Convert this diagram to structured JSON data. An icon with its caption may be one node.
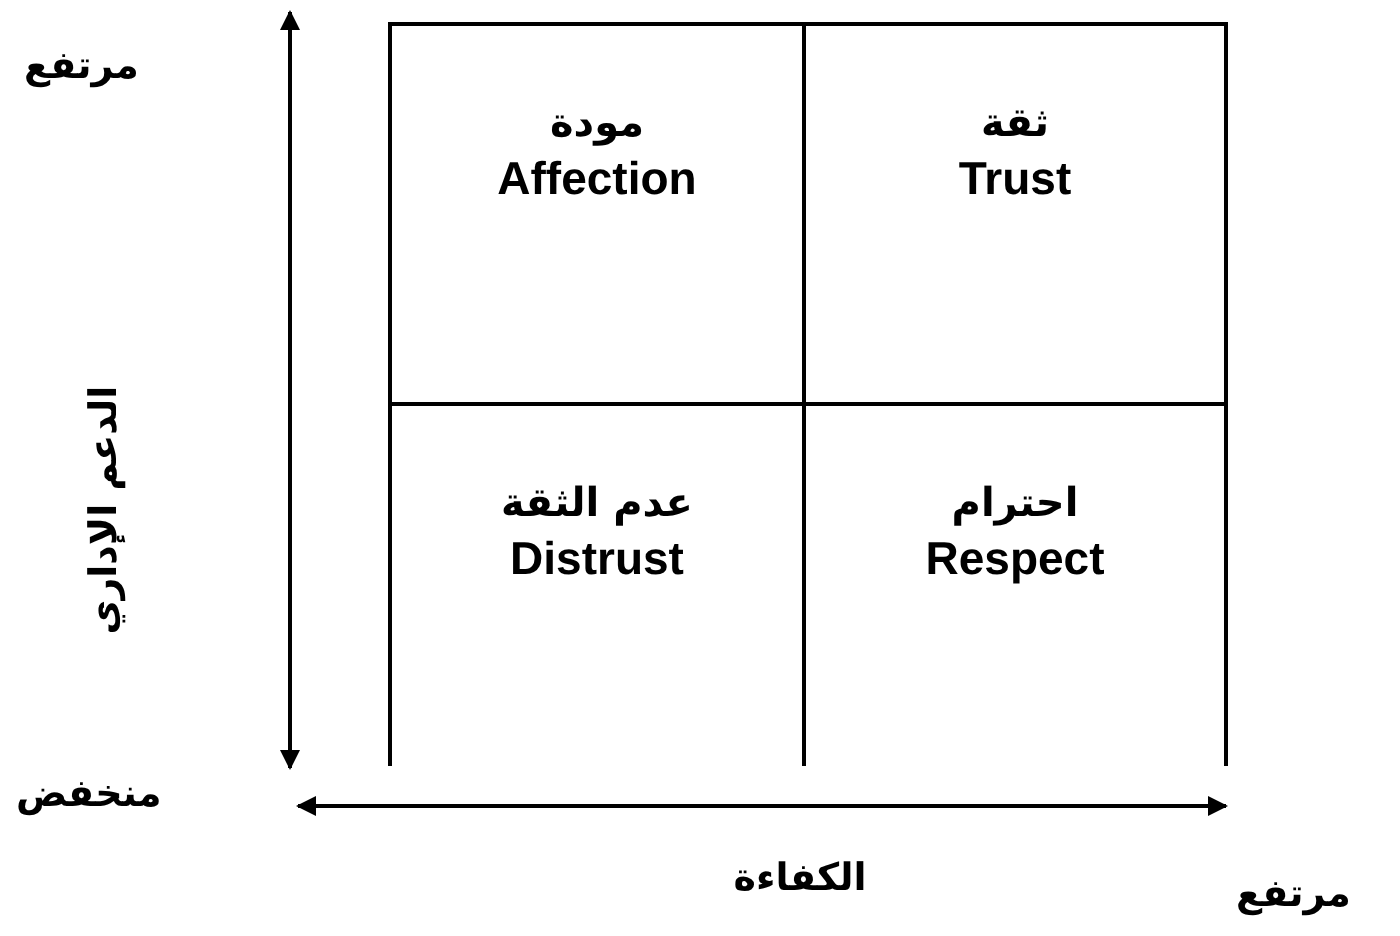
{
  "diagram": {
    "nodes": [
      {
        "text": [
          "مودة",
          "Affection"
        ]
      },
      {
        "text": [
          "ثقة",
          "Trust"
        ]
      },
      {
        "text": [
          "عدم الثقة",
          "Distrust"
        ]
      },
      {
        "text": [
          "احترام",
          "Respect"
        ]
      }
    ],
    "labels": [
      "مرتفع",
      "الدعم الإداري",
      "منخفض",
      "الكفاءة",
      "مرتفع"
    ]
  }
}
